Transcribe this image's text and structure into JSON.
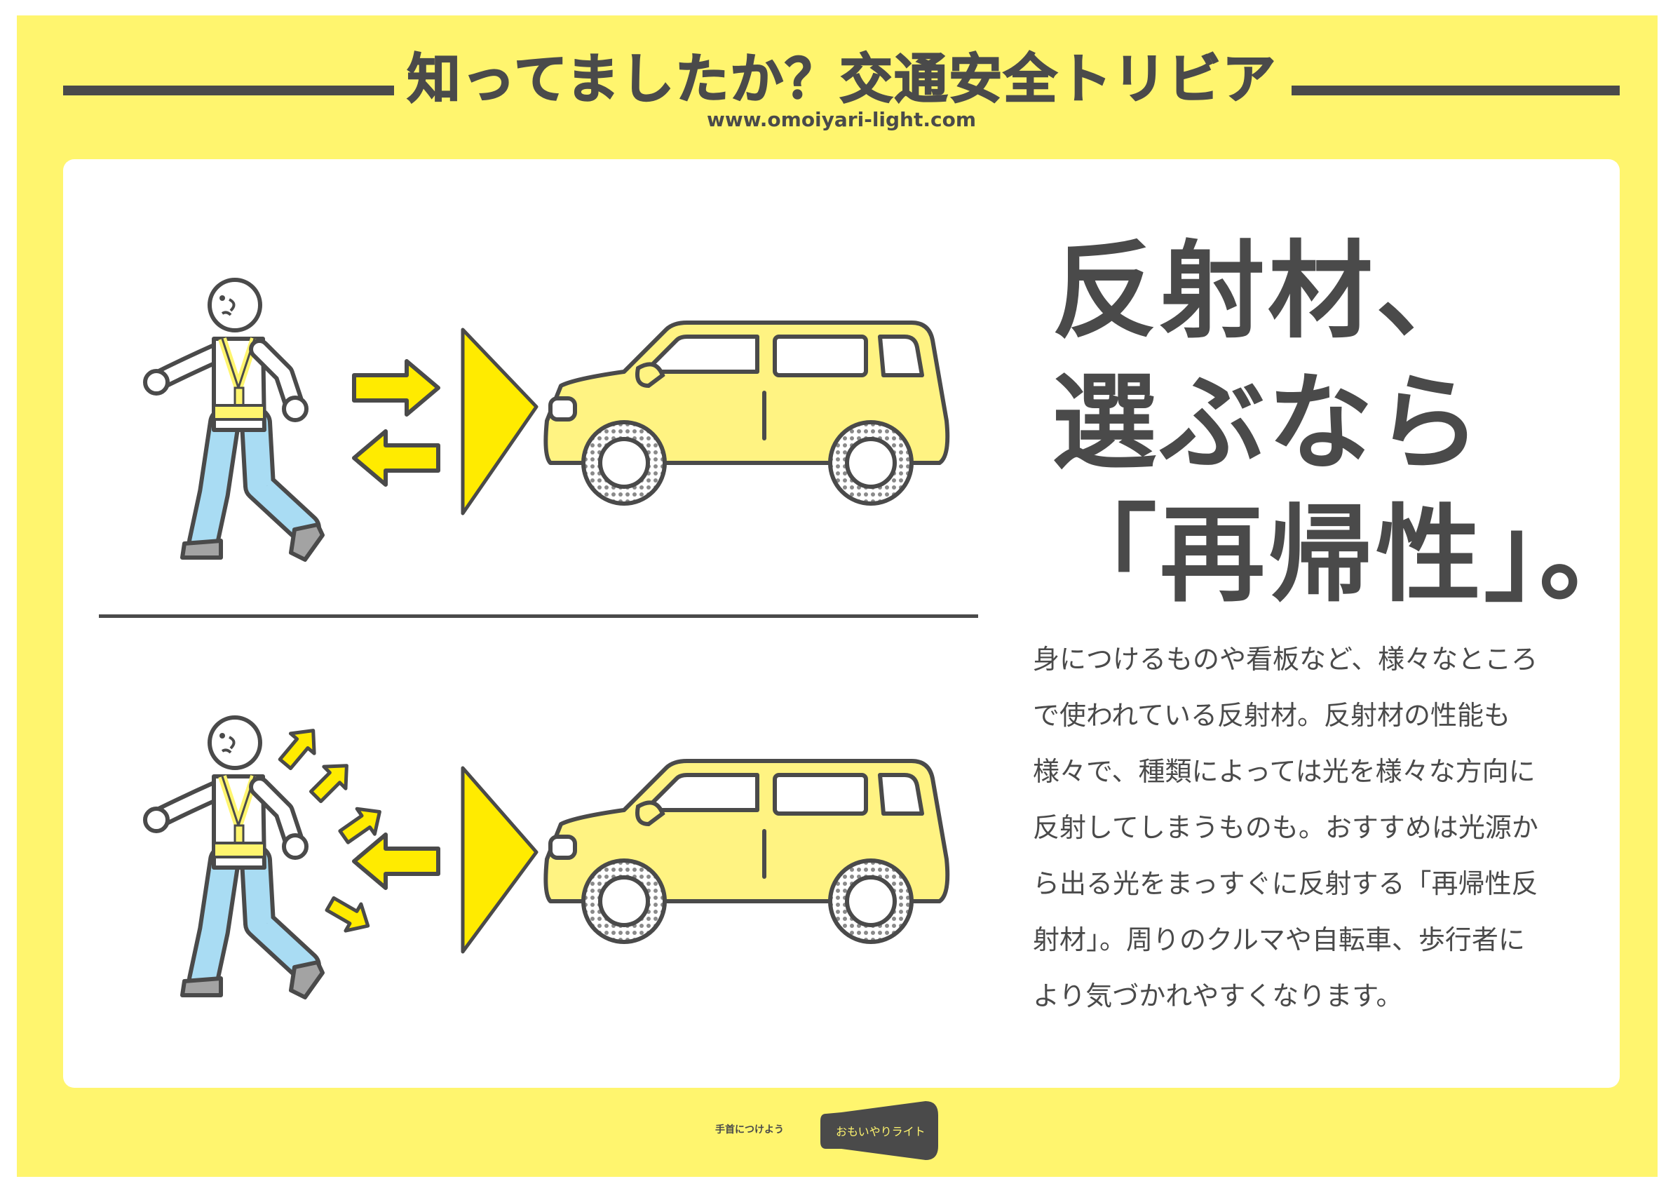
{
  "header": {
    "title": "知ってましたか？交通安全トリビア",
    "url": "www.omoiyari-light.com"
  },
  "headline": {
    "line1": "反射材、",
    "line2": "選ぶなら",
    "line3": "「再帰性」。"
  },
  "body": {
    "lines": [
      "身につけるものや看板など、様々なところ",
      "で使われている反射材。反射材の性能も",
      "様々で、種類によっては光を様々な方向に",
      "反射してしまうものも。おすすめは光源か",
      "ら出る光をまっすぐに反射する「再帰性反",
      "射材」。周りのクルマや自転車、歩行者に",
      "より気づかれやすくなります。"
    ]
  },
  "footer": {
    "caption": "手首につけよう",
    "badge": "おもいやりライト"
  },
  "colors": {
    "background": "#fff56e",
    "dark": "#4a4a4a",
    "car": "#fff382",
    "light_beam": "#ffeb00",
    "jeans": "#a9dcf3",
    "vest": "#fff56e",
    "shoe": "#a3a3a3"
  }
}
